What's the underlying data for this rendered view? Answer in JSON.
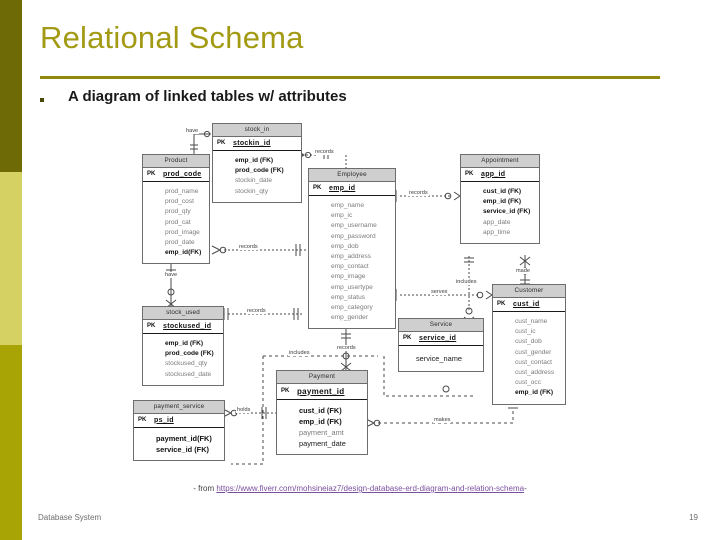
{
  "slide": {
    "title": "Relational Schema",
    "bullet": "A diagram of linked tables w/ attributes",
    "source_prefix": "- from ",
    "source_url": "https://www.fiverr.com/mohsineiaz7/design-database-erd-diagram-and-relation-schema",
    "source_suffix": "-",
    "footer_left": "Database System",
    "footer_page": "19"
  },
  "theme": {
    "title_color": "#a39a13",
    "rule_color": "#8f8a0b",
    "edge_top": "#6e6b07",
    "edge_mid": "#d5d162",
    "edge_bottom": "#a9a406",
    "entity_header_fill": "#cfcfcf",
    "link_color": "#7a4f9e"
  },
  "erd": {
    "pk_tag": "PK",
    "entities": [
      {
        "id": "product",
        "name": "Product",
        "pk": "prod_code",
        "fields": [
          {
            "label": "prod_name",
            "fk": false
          },
          {
            "label": "prod_cost",
            "fk": false
          },
          {
            "label": "prod_qty",
            "fk": false
          },
          {
            "label": "prod_cat",
            "fk": false
          },
          {
            "label": "prod_image",
            "fk": false
          },
          {
            "label": "prod_date",
            "fk": false
          },
          {
            "label": "emp_id(FK)",
            "fk": true
          }
        ]
      },
      {
        "id": "stock_in",
        "name": "stock_in",
        "pk": "stockin_id",
        "fields": [
          {
            "label": "emp_id (FK)",
            "fk": true
          },
          {
            "label": "prod_code (FK)",
            "fk": true
          },
          {
            "label": "stockin_date",
            "fk": false
          },
          {
            "label": "stockin_qty",
            "fk": false
          }
        ]
      },
      {
        "id": "employee",
        "name": "Employee",
        "pk": "emp_id",
        "fields": [
          {
            "label": "emp_name",
            "fk": false
          },
          {
            "label": "emp_ic",
            "fk": false
          },
          {
            "label": "emp_username",
            "fk": false
          },
          {
            "label": "emp_password",
            "fk": false
          },
          {
            "label": "emp_dob",
            "fk": false
          },
          {
            "label": "emp_address",
            "fk": false
          },
          {
            "label": "emp_contact",
            "fk": false
          },
          {
            "label": "emp_image",
            "fk": false
          },
          {
            "label": "emp_usertype",
            "fk": false
          },
          {
            "label": "emp_status",
            "fk": false
          },
          {
            "label": "emp_category",
            "fk": false
          },
          {
            "label": "emp_gender",
            "fk": false
          }
        ]
      },
      {
        "id": "appointment",
        "name": "Appointment",
        "pk": "app_id",
        "fields": [
          {
            "label": "cust_id (FK)",
            "fk": true
          },
          {
            "label": "emp_id (FK)",
            "fk": true
          },
          {
            "label": "service_id (FK)",
            "fk": true
          },
          {
            "label": "app_date",
            "fk": false
          },
          {
            "label": "app_time",
            "fk": false
          }
        ]
      },
      {
        "id": "customer",
        "name": "Customer",
        "pk": "cust_id",
        "fields": [
          {
            "label": "cust_name",
            "fk": false
          },
          {
            "label": "cust_ic",
            "fk": false
          },
          {
            "label": "cust_dob",
            "fk": false
          },
          {
            "label": "cust_gender",
            "fk": false
          },
          {
            "label": "cust_contact",
            "fk": false
          },
          {
            "label": "cust_address",
            "fk": false
          },
          {
            "label": "cust_occ",
            "fk": false
          },
          {
            "label": "emp_id (FK)",
            "fk": true
          }
        ]
      },
      {
        "id": "service",
        "name": "Service",
        "pk": "service_id",
        "fields": [
          {
            "label": "service_name",
            "fk": false
          }
        ]
      },
      {
        "id": "stock_used",
        "name": "stock_used",
        "pk": "stockused_id",
        "fields": [
          {
            "label": "emp_id (FK)",
            "fk": true
          },
          {
            "label": "prod_code (FK)",
            "fk": true
          },
          {
            "label": "stockused_qty",
            "fk": false
          },
          {
            "label": "stockused_date",
            "fk": false
          }
        ]
      },
      {
        "id": "payment",
        "name": "Payment",
        "pk": "payment_id",
        "fields": [
          {
            "label": "cust_id (FK)",
            "fk": true
          },
          {
            "label": "emp_id (FK)",
            "fk": true
          },
          {
            "label": "payment_amt",
            "fk": false
          },
          {
            "label": "payment_date",
            "fk": false
          }
        ]
      },
      {
        "id": "payment_service",
        "name": "payment_service",
        "pk": "ps_id",
        "fields": [
          {
            "label": "payment_id(FK)",
            "fk": true
          },
          {
            "label": "service_id (FK)",
            "fk": true
          }
        ]
      }
    ],
    "relationships": [
      {
        "label": "have",
        "from": "product",
        "to": "stock_in"
      },
      {
        "label": "records",
        "from": "stock_in",
        "to": "employee"
      },
      {
        "label": "records",
        "from": "product",
        "to": "employee"
      },
      {
        "label": "have",
        "from": "product",
        "to": "stock_used"
      },
      {
        "label": "records",
        "from": "stock_used",
        "to": "employee"
      },
      {
        "label": "records",
        "from": "employee",
        "to": "appointment"
      },
      {
        "label": "serves",
        "from": "employee",
        "to": "customer"
      },
      {
        "label": "made",
        "from": "customer",
        "to": "appointment"
      },
      {
        "label": "includes",
        "from": "service",
        "to": "appointment"
      },
      {
        "label": "records",
        "from": "employee",
        "to": "payment"
      },
      {
        "label": "includes",
        "from": "payment_service",
        "to": "payment"
      },
      {
        "label": "holds",
        "from": "payment_service",
        "to": "payment"
      },
      {
        "label": "makes",
        "from": "payment",
        "to": "customer"
      }
    ]
  }
}
